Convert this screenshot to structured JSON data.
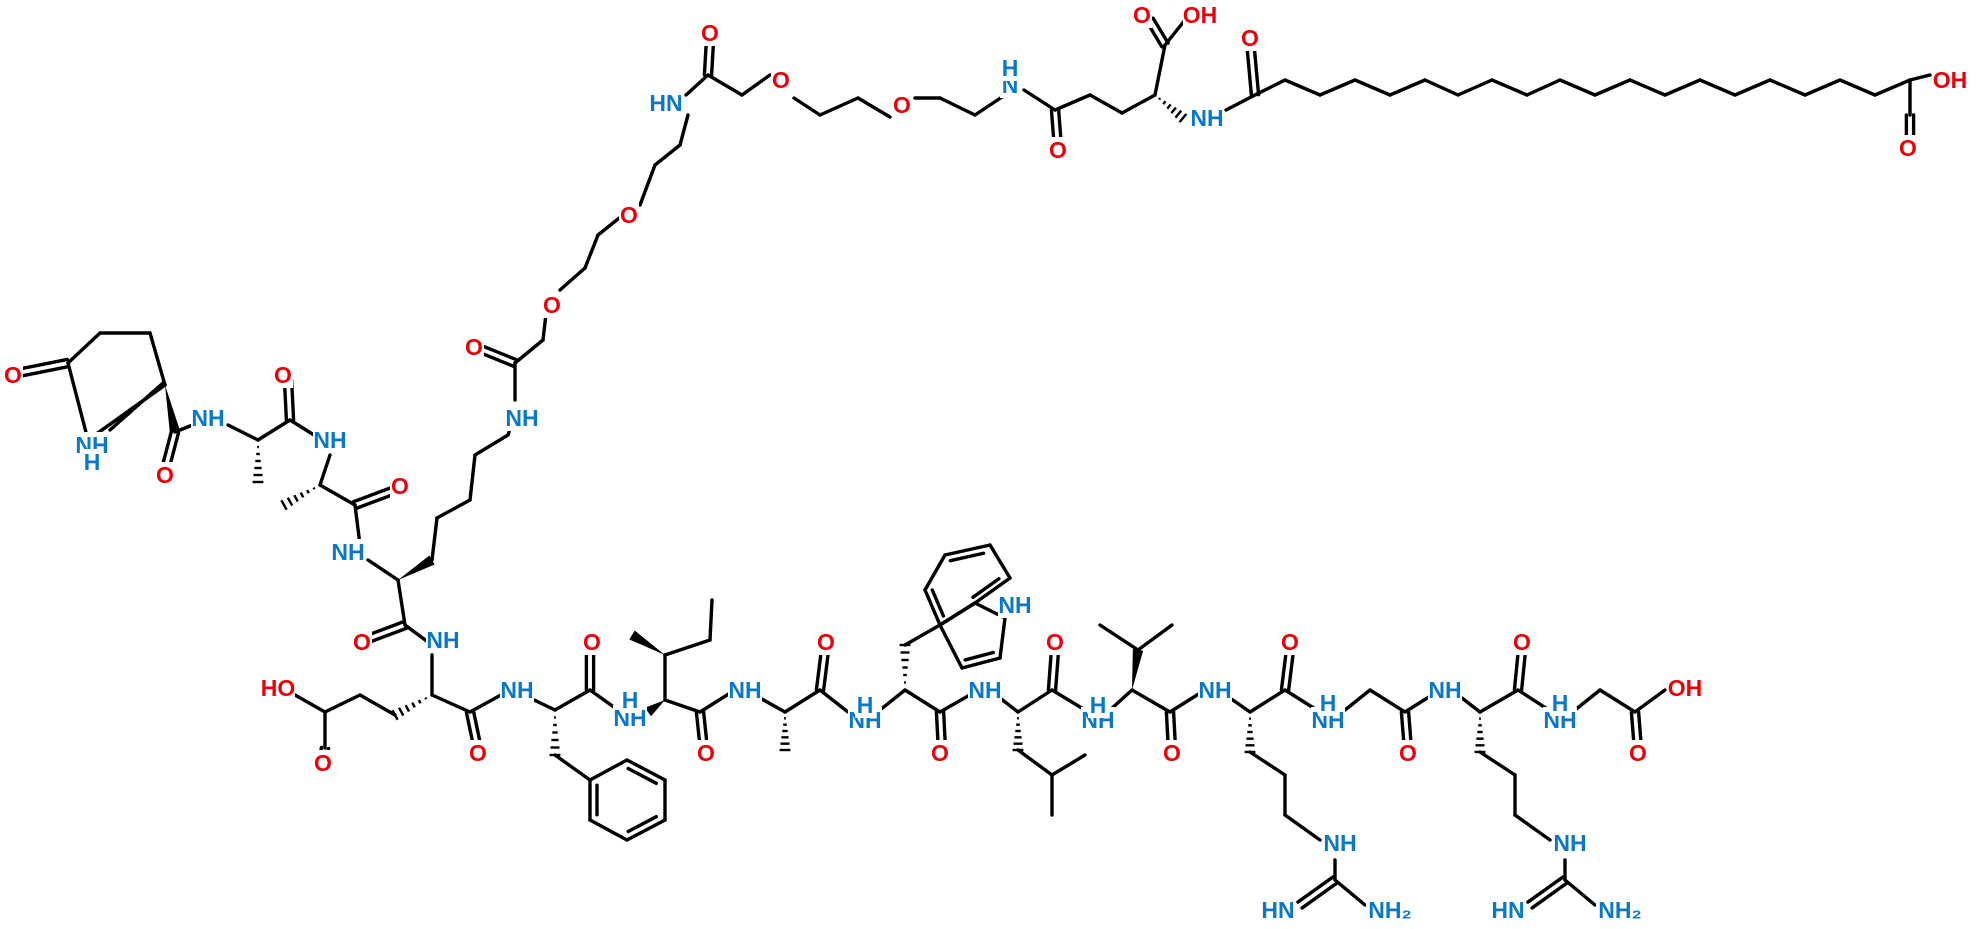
{
  "colors": {
    "bond": "#000000",
    "oxygen": "#e8000b",
    "nitrogen": "#0a78c8",
    "background": "#ffffff"
  },
  "atom_types": {
    "O": {
      "text": "O",
      "color": "#e8000b"
    },
    "OH": {
      "text": "OH",
      "color": "#e8000b"
    },
    "HO": {
      "text": "HO",
      "color": "#e8000b"
    },
    "NH": {
      "text": "NH",
      "color": "#0a78c8"
    },
    "HN": {
      "text": "HN",
      "color": "#0a78c8"
    },
    "H": {
      "text": "H",
      "color": "#0a78c8"
    },
    "N": {
      "text": "N",
      "color": "#0a78c8"
    },
    "NH2": {
      "text": "NH₂",
      "color": "#0a78c8"
    }
  }
}
